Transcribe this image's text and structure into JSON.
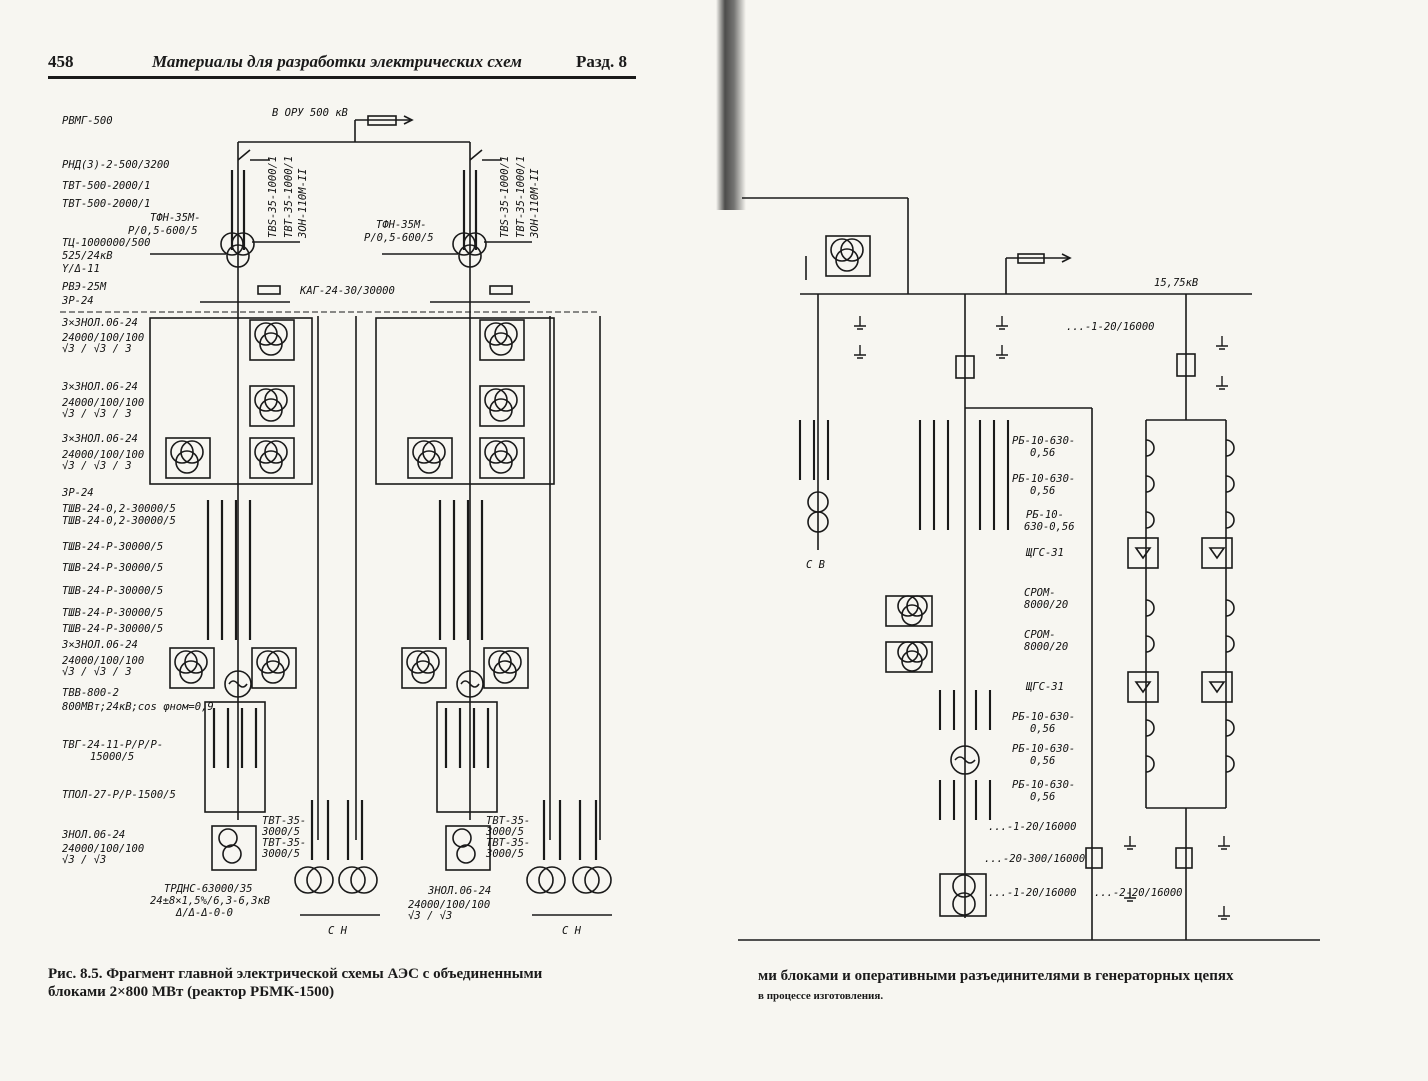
{
  "header": {
    "page_number": "458",
    "title": "Материалы для разработки электрических схем",
    "section": "Разд. 8"
  },
  "left_scheme": {
    "ору": "В ОРУ 500 кВ",
    "labels": [
      "РВМГ-500",
      "РНД(З)-2-500/3200",
      "ТВТ-500-2000/1",
      "ТВТ-500-2000/1",
      "ТФН-35М-",
      "Р/0,5-600/5",
      "ТЦ-1000000/500",
      "525/24кВ",
      "Y/Δ-11",
      "РВЭ-25М",
      "ЗР-24",
      "3×ЗНОЛ.06-24",
      "3×ЗНОЛ.06-24",
      "3×ЗНОЛ.06-24",
      "ЗР-24",
      "ТШВ-24-0,2-30000/5",
      "ТШВ-24-0,2-30000/5",
      "ТШВ-24-Р-30000/5",
      "ТШВ-24-Р-30000/5",
      "ТШВ-24-Р-30000/5",
      "ТШВ-24-Р-30000/5",
      "ТШВ-24-Р-30000/5",
      "3×ЗНОЛ.06-24",
      "ТВВ-800-2",
      "800МВт;24кВ;cos φном=0,9",
      "ТВГ-24-11-Р/Р/Р-",
      "15000/5",
      "ТПОЛ-27-Р/Р-1500/5",
      "ЗНОЛ.06-24",
      "ТРДНС-63000/35",
      "24±8×1,5%/6,3-6,3кВ",
      "Δ/Δ-Δ-0-0"
    ],
    "frac_numerators": "24000/100/100",
    "frac_denominators": "√3 / √3 / 3",
    "frac_numerators_2": "24000/100/100",
    "frac_denominators_2": "√3 / √3",
    "kag": "КАГ-24-30/30000",
    "tfn_right": "ТФН-35М-",
    "tfn_right_2": "Р/0,5-600/5",
    "tvt_vert_1": "ТВS-35-1000/1",
    "tvt_vert_2": "ТВТ-35-1000/1",
    "tvt_vert_3": "ЗОН-110М-II",
    "tvt_low_1": "ТВТ-35-",
    "tvt_low_2": "3000/5",
    "tvt_low_3": "ТВТ-35-",
    "tvt_low_4": "3000/5",
    "znol_right": "ЗНОЛ.06-24",
    "sn_left": "С Н",
    "sn_right": "С Н"
  },
  "right_scheme": {
    "bus_voltage": "15,75кВ",
    "labels": [
      "...-1-20/16000",
      "РБ-10-630-",
      "0,56",
      "РБ-10-630-",
      "0,56",
      "РБ-10-",
      "630-0,56",
      "ЩГС-31",
      "СРОМ-",
      "8000/20",
      "СРОМ-",
      "8000/20",
      "ЩГС-31",
      "РБ-10-630-",
      "0,56",
      "РБ-10-630-",
      "0,56",
      "РБ-10-630-",
      "0,56",
      "...-1-20/16000",
      "...-20-300/16000",
      "...-1-20/16000",
      "...-2-20/16000",
      "С В"
    ]
  },
  "caption_left": {
    "line1": "Рис. 8.5. Фрагмент главной электрической схемы АЭС с объединенными",
    "line2": "блоками 2×800 МВт (реактор РБМК-1500)"
  },
  "caption_right": {
    "line1": "ми блоками и оперативными разъединителями в генераторных цепях",
    "line2": "в процессе изготовления."
  }
}
